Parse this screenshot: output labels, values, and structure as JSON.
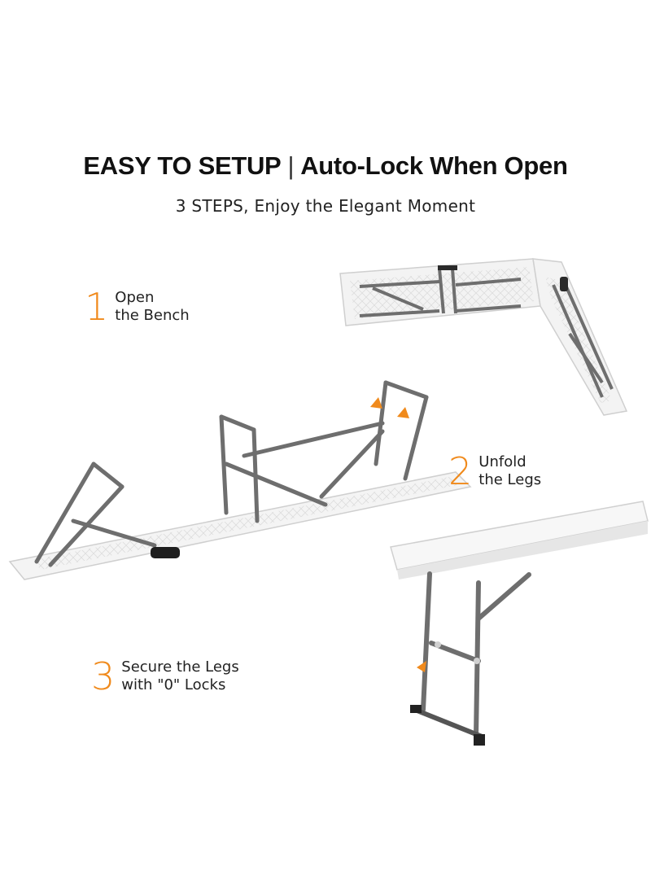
{
  "header": {
    "title_left": "EASY TO SETUP",
    "title_separator": "|",
    "title_right": "Auto-Lock When Open",
    "subtitle": "3 STEPS, Enjoy the Elegant Moment"
  },
  "steps": [
    {
      "number": "1",
      "line1": "Open",
      "line2": "the Bench"
    },
    {
      "number": "2",
      "line1": "Unfold",
      "line2": "the Legs"
    },
    {
      "number": "3",
      "line1": "Secure the Legs",
      "line2": "with \"0\" Locks"
    }
  ],
  "colors": {
    "accent": "#f08a1c",
    "bench_top": "#f4f4f4",
    "frame": "#6e6e6e"
  }
}
